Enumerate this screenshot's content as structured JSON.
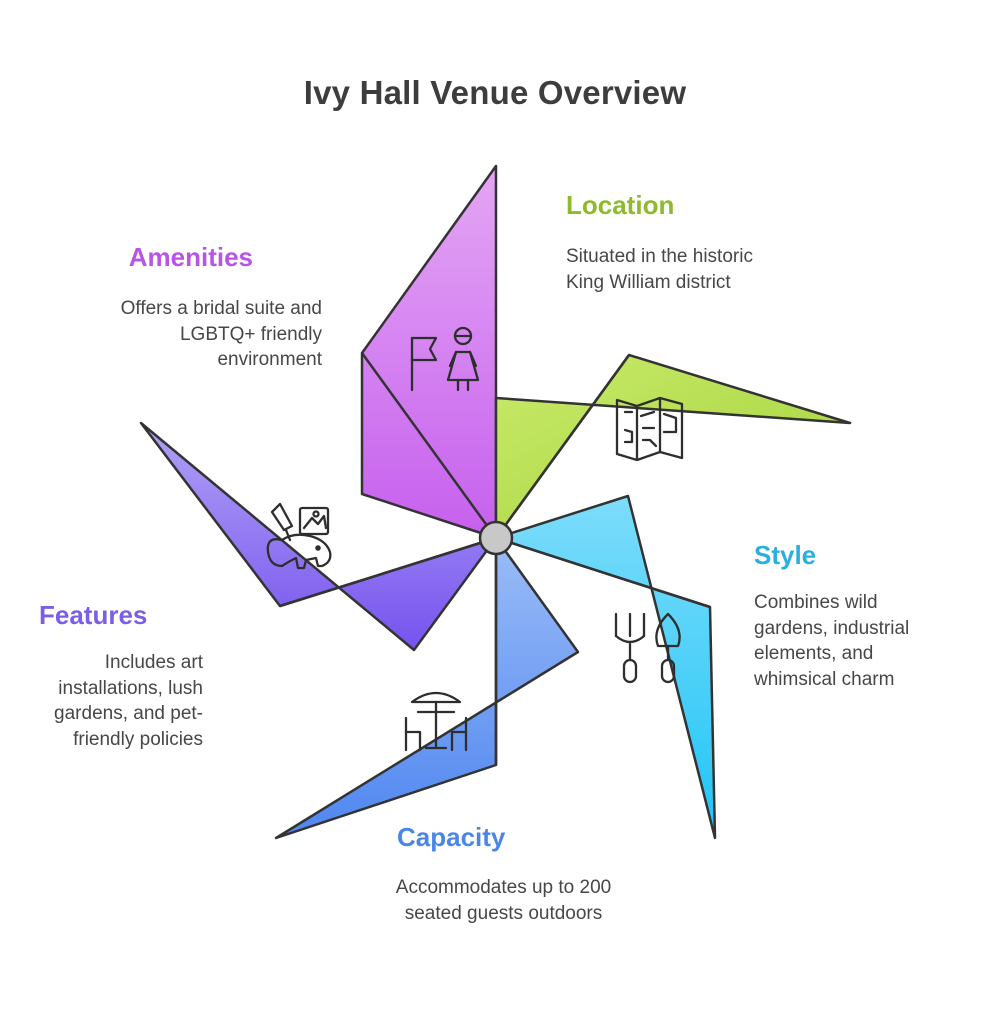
{
  "title": "Ivy Hall Venue Overview",
  "sections": {
    "location": {
      "heading": "Location",
      "description": "Situated in the historic King William district",
      "color": "#8dba2e",
      "icon": "map-icon"
    },
    "style": {
      "heading": "Style",
      "description": "Combines wild gardens, industrial elements, and whimsical charm",
      "color": "#2ab0e0",
      "icon": "garden-tools-icon"
    },
    "capacity": {
      "heading": "Capacity",
      "description": "Accommodates up to 200 seated guests outdoors",
      "color": "#4a86e8",
      "icon": "patio-table-icon"
    },
    "features": {
      "heading": "Features",
      "description": "Includes art installations, lush gardens, and pet-friendly policies",
      "color": "#7a5fe6",
      "icon": "art-pet-icon"
    },
    "amenities": {
      "heading": "Amenities",
      "description": "Offers a bridal suite and LGBTQ+ friendly environment",
      "color": "#b954e6",
      "icon": "bride-flag-icon"
    }
  }
}
